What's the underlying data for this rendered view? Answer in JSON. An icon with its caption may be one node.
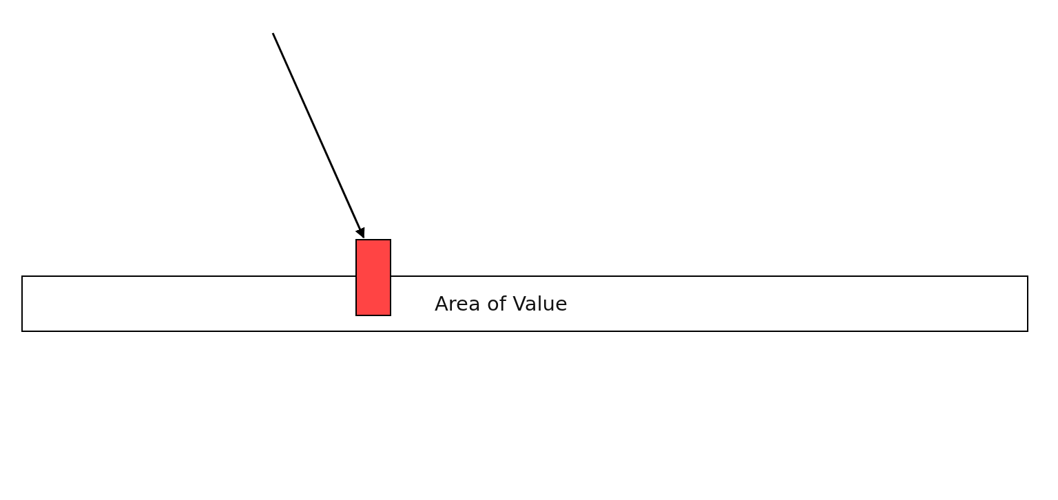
{
  "diagram": {
    "nodes": [
      {
        "text": [
          "Area of Value"
        ]
      },
      {
        "text": [],
        "shape": "bar"
      }
    ],
    "edges": [
      {
        "from": null,
        "to": 1,
        "arrow": "to"
      }
    ]
  }
}
